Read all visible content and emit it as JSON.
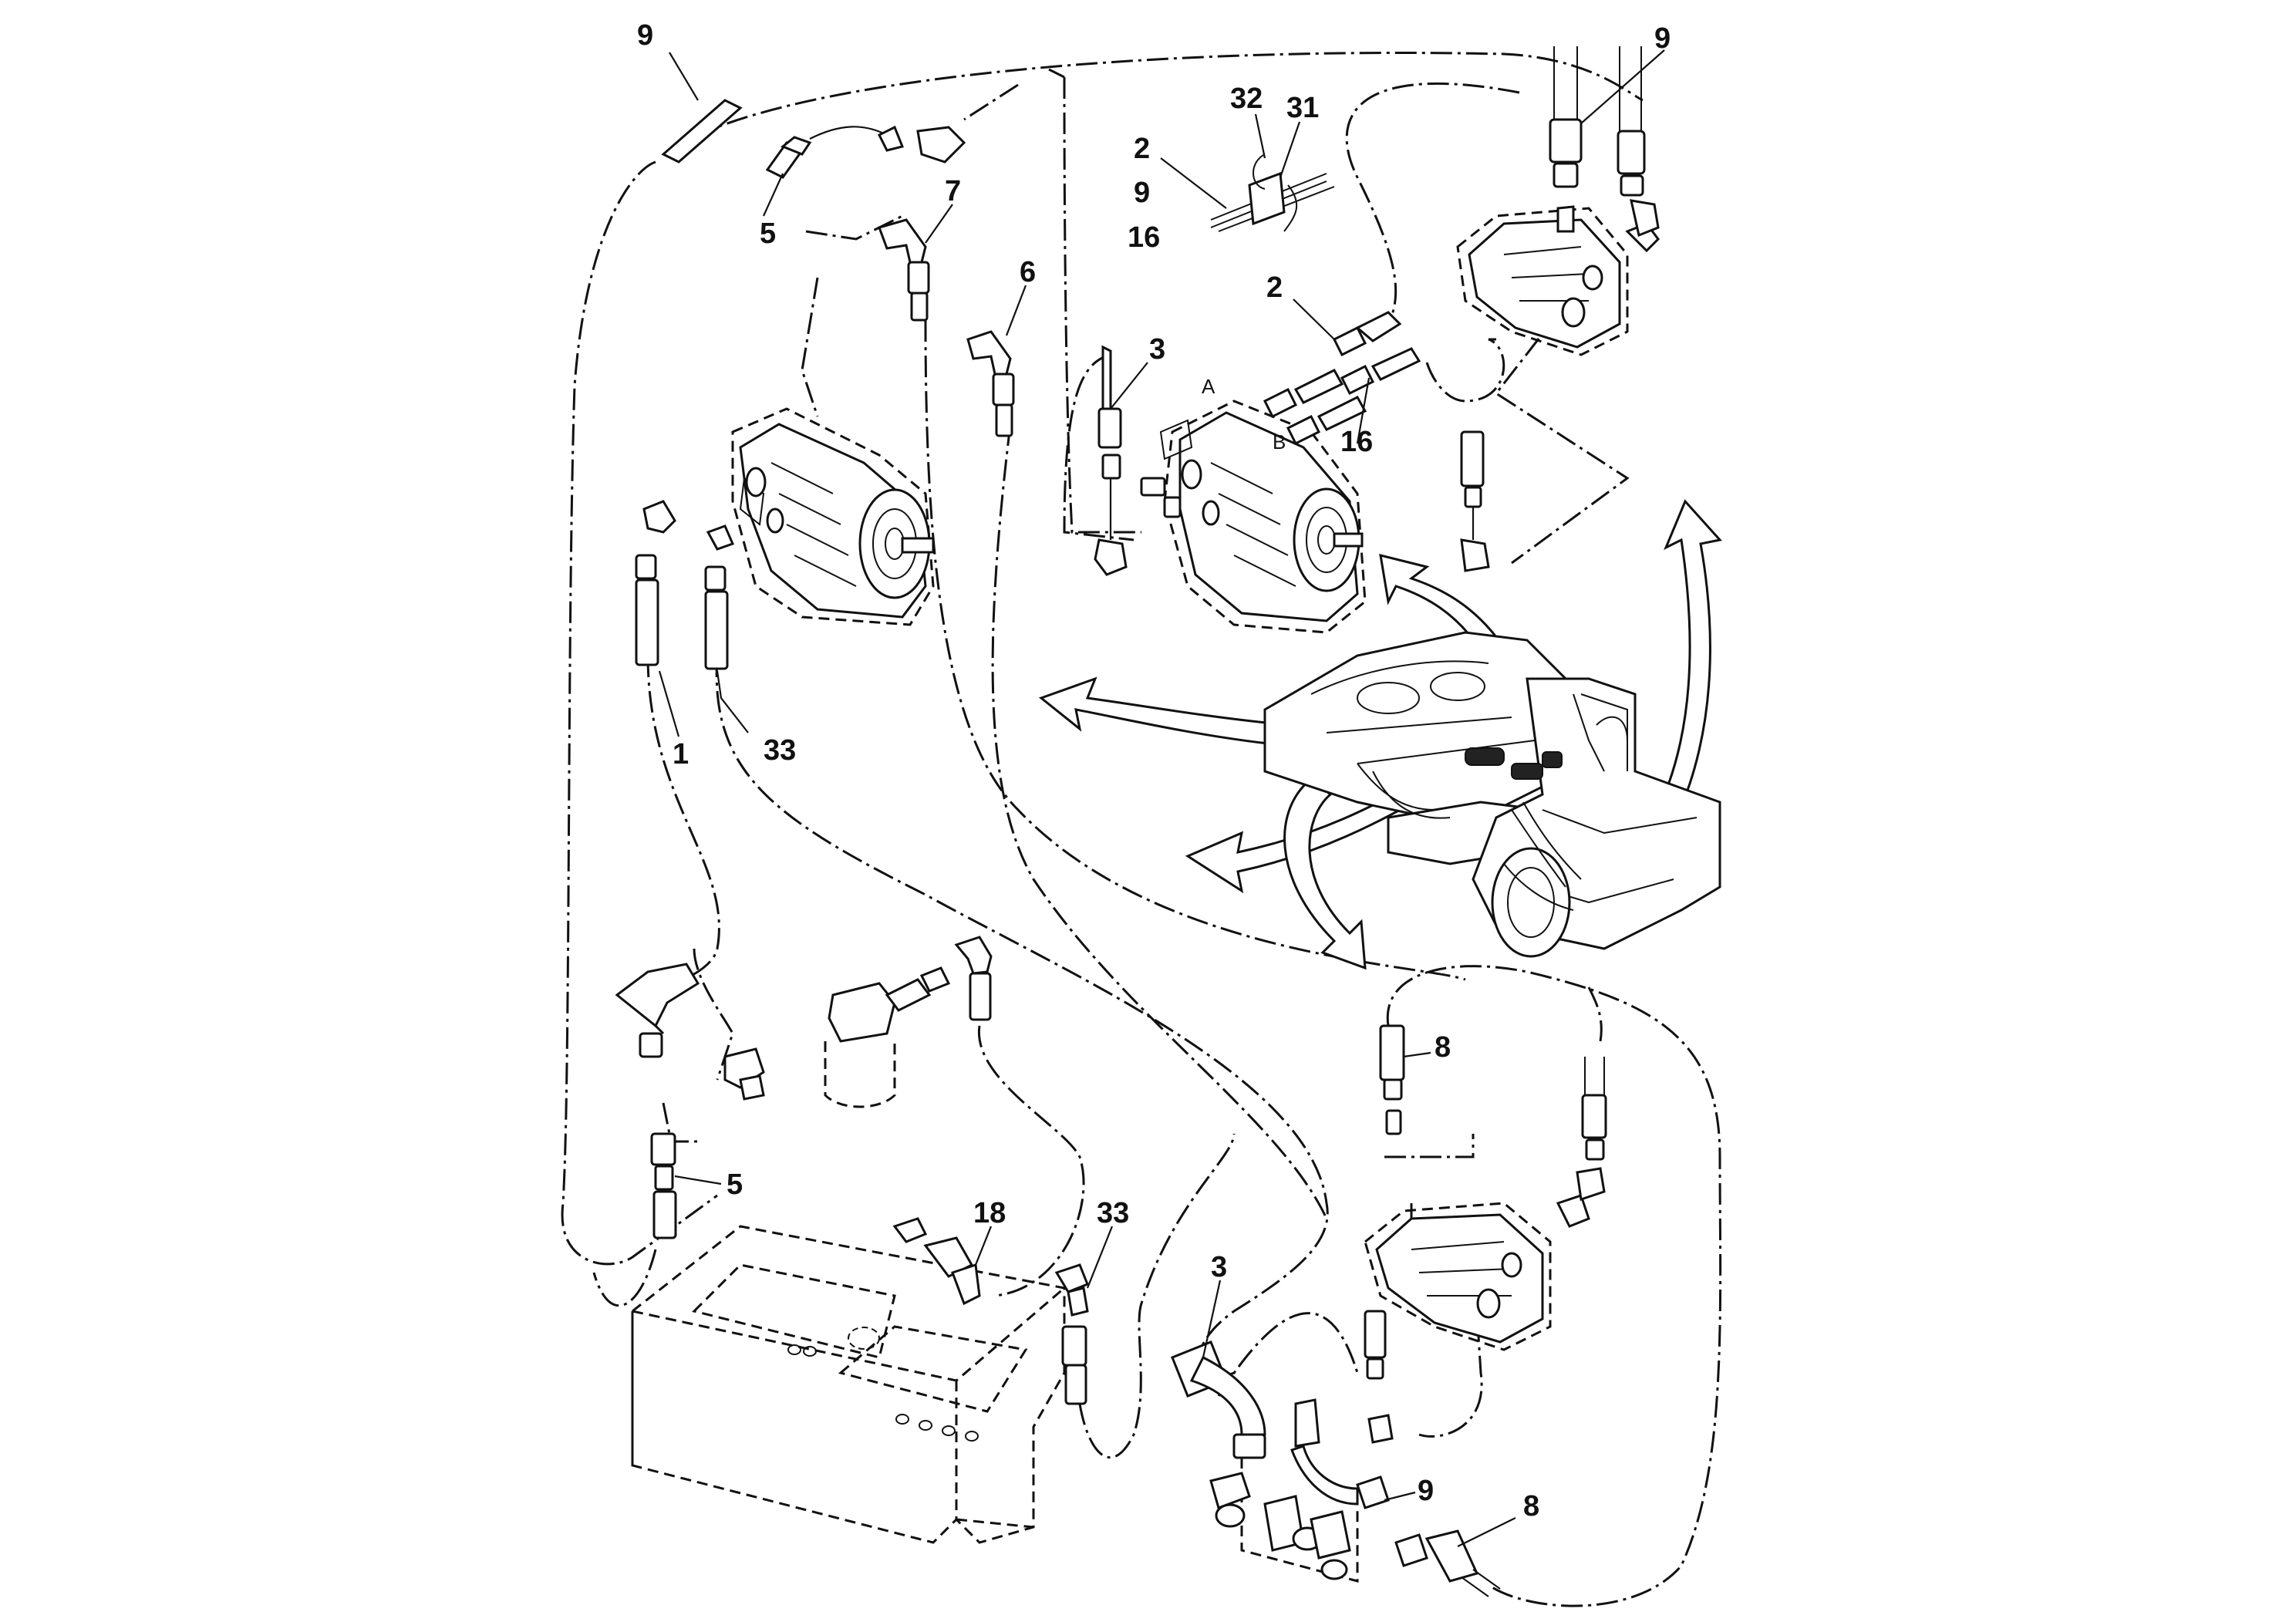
{
  "callouts": [
    {
      "id": "c9a",
      "text": "9"
    },
    {
      "id": "c5a",
      "text": "5"
    },
    {
      "id": "c7",
      "text": "7"
    },
    {
      "id": "c6",
      "text": "6"
    },
    {
      "id": "c1",
      "text": "1"
    },
    {
      "id": "c33a",
      "text": "33"
    },
    {
      "id": "c32",
      "text": "32"
    },
    {
      "id": "c31",
      "text": "31"
    },
    {
      "id": "c2a",
      "text": "2"
    },
    {
      "id": "c9b",
      "text": "9"
    },
    {
      "id": "c16a",
      "text": "16"
    },
    {
      "id": "c2b",
      "text": "2"
    },
    {
      "id": "c3a",
      "text": "3"
    },
    {
      "id": "c16b",
      "text": "16"
    },
    {
      "id": "c9c",
      "text": "9"
    },
    {
      "id": "c8a",
      "text": "8"
    },
    {
      "id": "c5b",
      "text": "5"
    },
    {
      "id": "c18",
      "text": "18"
    },
    {
      "id": "c33b",
      "text": "33"
    },
    {
      "id": "c3b",
      "text": "3"
    },
    {
      "id": "c9d",
      "text": "9"
    },
    {
      "id": "c8b",
      "text": "8"
    }
  ],
  "port_labels": {
    "a": "A",
    "b": "B"
  }
}
